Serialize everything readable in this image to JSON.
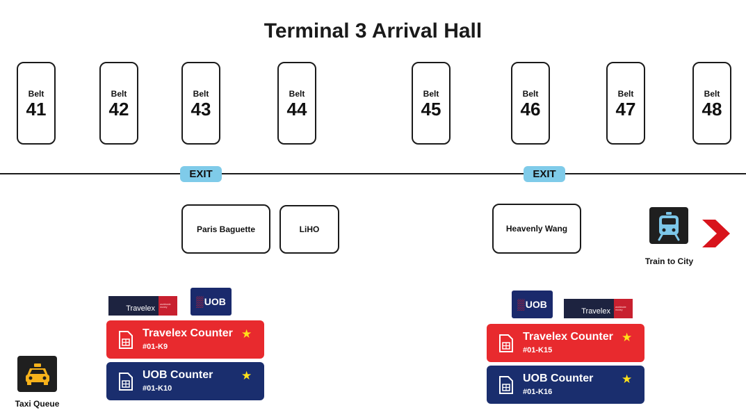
{
  "title": "Terminal 3 Arrival Hall",
  "belts": {
    "label": "Belt",
    "numbers": [
      "41",
      "42",
      "43",
      "44",
      "45",
      "46",
      "47",
      "48"
    ]
  },
  "exits": [
    "EXIT",
    "EXIT"
  ],
  "shops": [
    "Paris Baguette",
    "LiHO",
    "Heavenly Wang"
  ],
  "transport": {
    "train_label": "Train to City",
    "train_icon": "train-icon",
    "taxi_label": "Taxi Queue",
    "taxi_icon": "taxi-icon"
  },
  "logos": {
    "travelex_text": "Travelex",
    "travelex_tagline": "worldwide money",
    "uob_text": "UOB"
  },
  "counters": [
    {
      "name": "Travelex Counter",
      "unit": "#01-K9",
      "color": "#e82a2e"
    },
    {
      "name": "UOB Counter",
      "unit": "#01-K10",
      "color": "#1a2e6e"
    },
    {
      "name": "Travelex Counter",
      "unit": "#01-K15",
      "color": "#e82a2e"
    },
    {
      "name": "UOB Counter",
      "unit": "#01-K16",
      "color": "#1a2e6e"
    }
  ],
  "colors": {
    "exit": "#7fcbe9",
    "arrow": "#d8141c",
    "star": "#ffe11a"
  }
}
